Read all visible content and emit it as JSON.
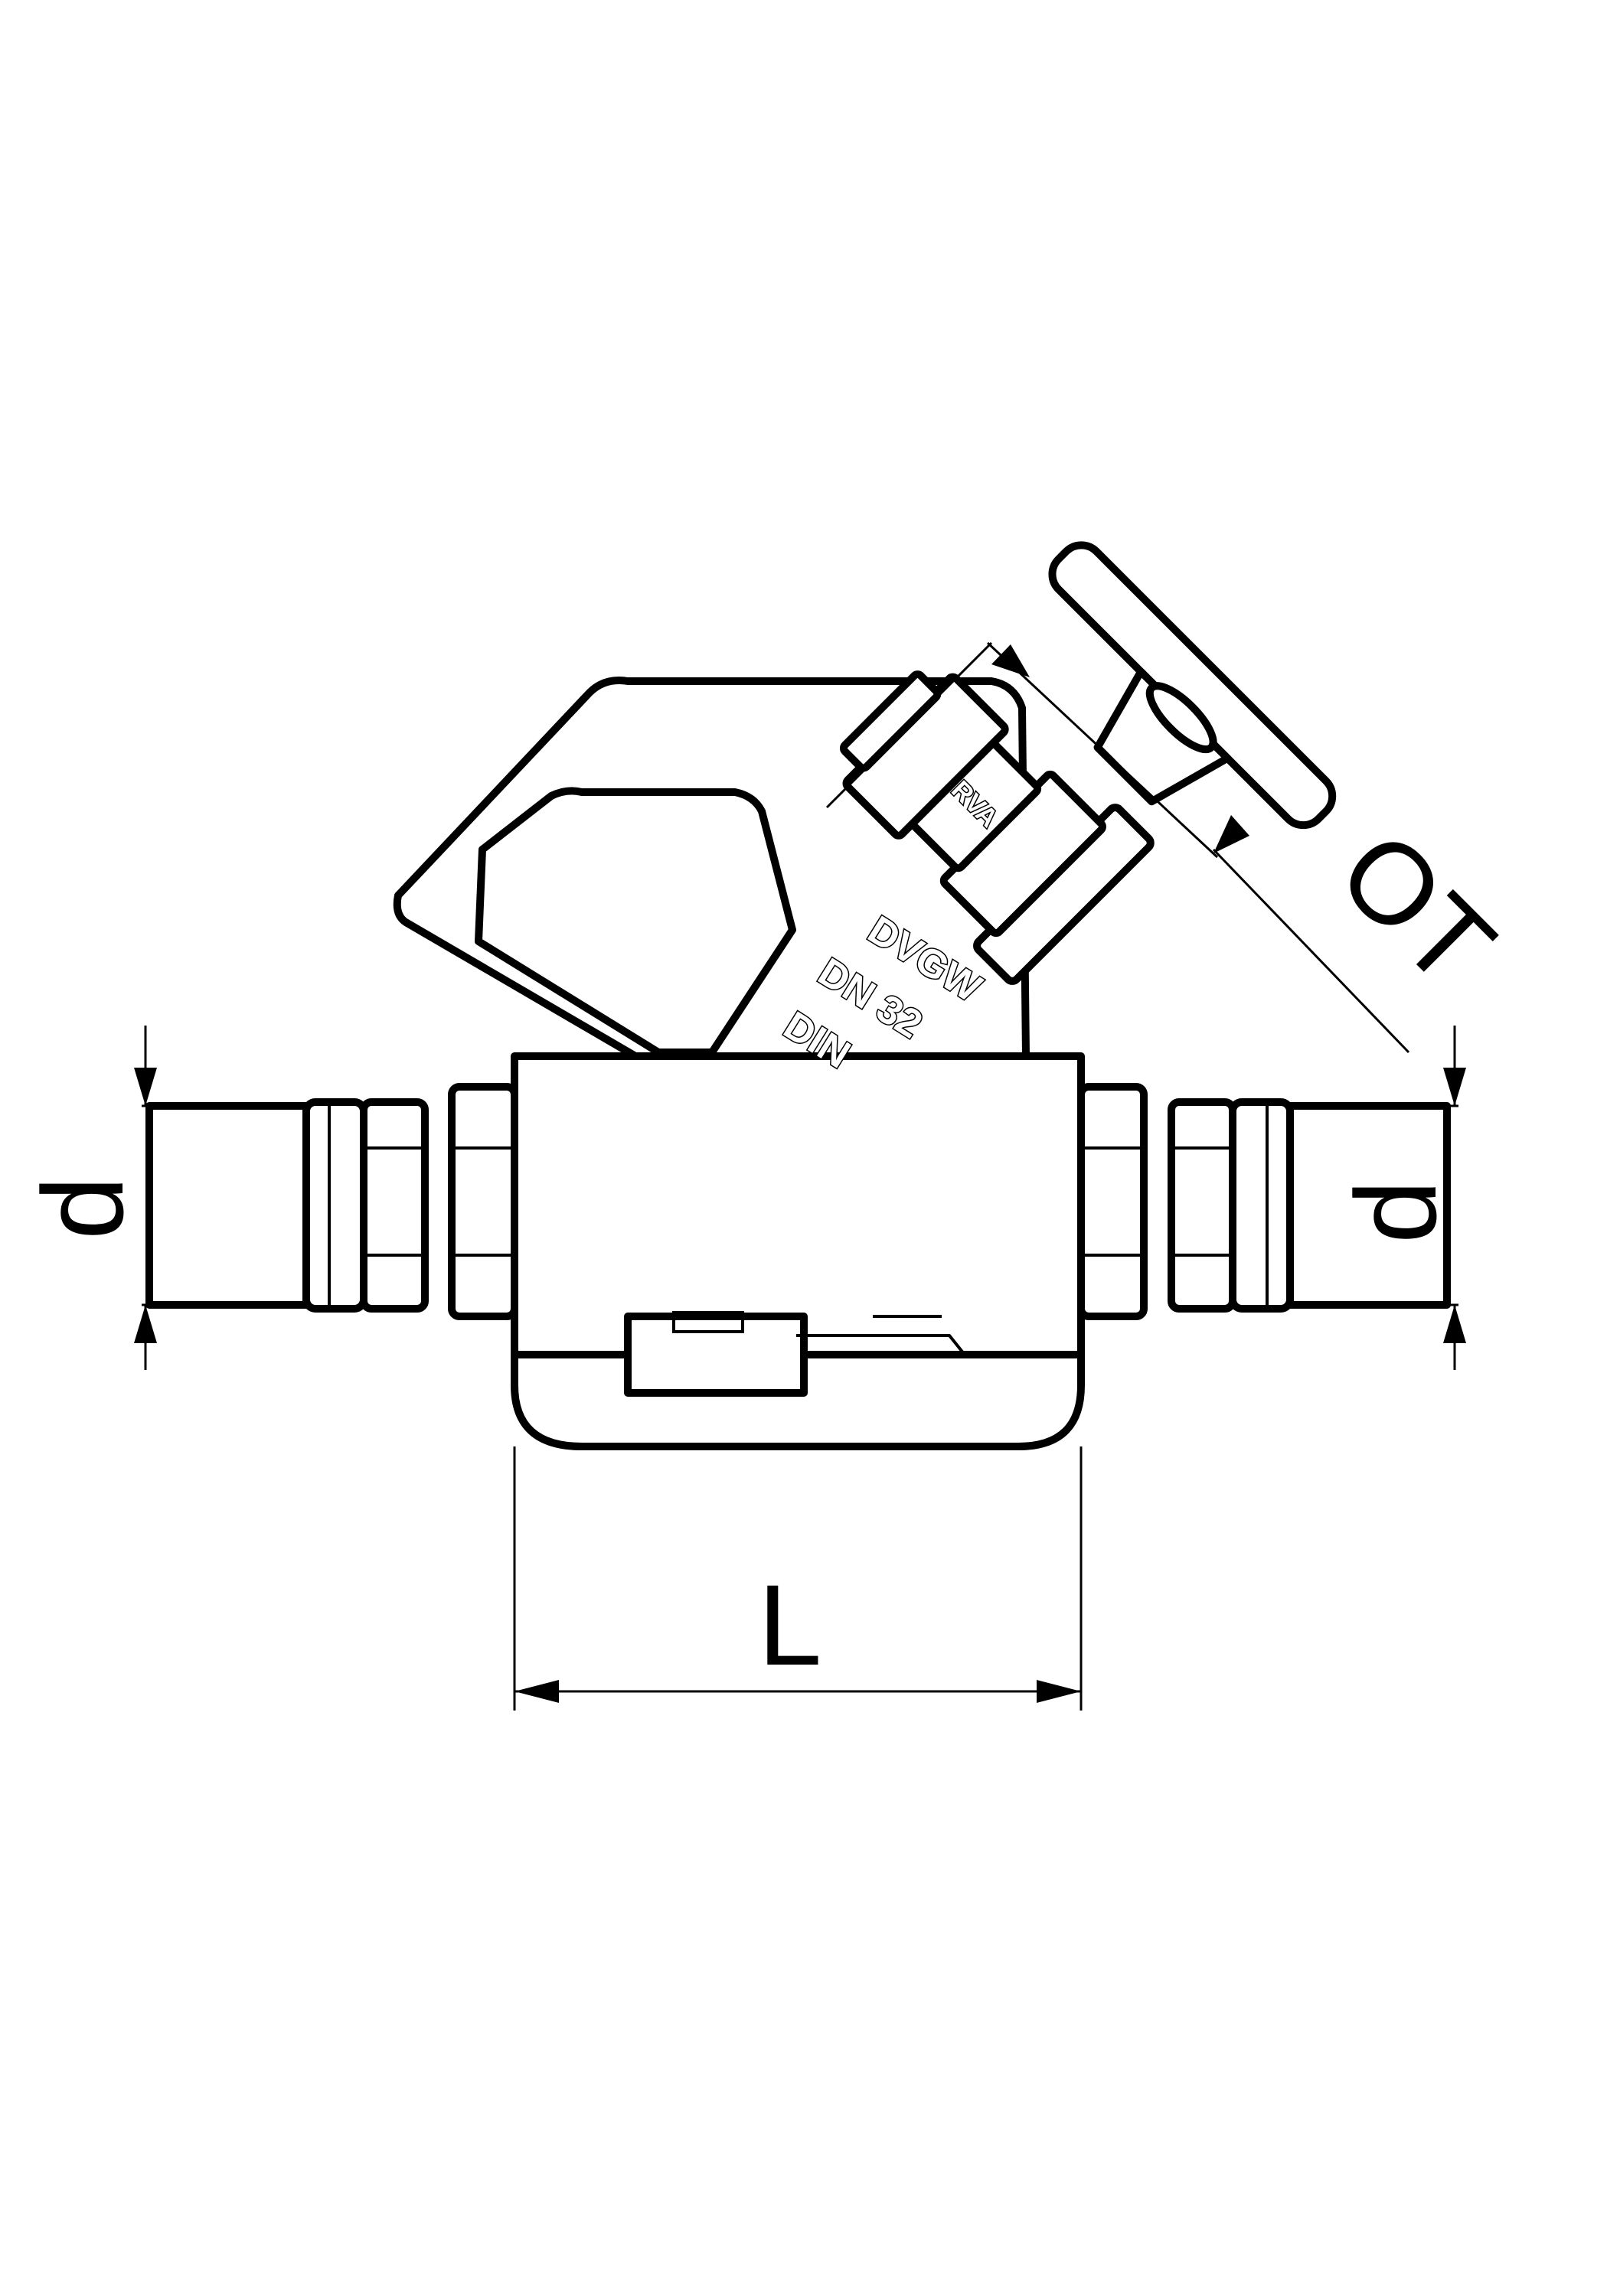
{
  "drawing": {
    "dimension_labels": {
      "pipe_diameter_left": "d",
      "pipe_diameter_right": "d",
      "length": "L",
      "operating_height": "OT"
    },
    "body_markings": {
      "line1": "DVGW",
      "line2": "DN 32",
      "line3": "DIN"
    },
    "handwheel_marking": "RVA"
  }
}
